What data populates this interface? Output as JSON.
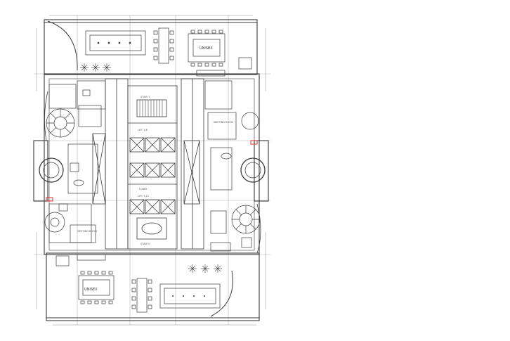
{
  "plan": {
    "room_labels": [
      {
        "id": "top-sign",
        "text": "UNISEX"
      },
      {
        "id": "bottom-sign",
        "text": "UNISEX"
      },
      {
        "id": "lobby-center",
        "text": "LOBBY"
      },
      {
        "id": "lift-top",
        "text": "LIFT 1-6"
      },
      {
        "id": "lift-bottom",
        "text": "LIFT 7-12"
      },
      {
        "id": "room-left",
        "text": "MEETING ROOM"
      },
      {
        "id": "room-right",
        "text": "MEETING ROOM"
      },
      {
        "id": "stair-top",
        "text": "STAIR 1"
      },
      {
        "id": "stair-bottom",
        "text": "STAIR 2"
      }
    ],
    "colors": {
      "line": "#3a3a3a",
      "light_line": "#8a8a8a",
      "grid": "#b0b0b0",
      "accent_red": "#d9302b"
    }
  }
}
